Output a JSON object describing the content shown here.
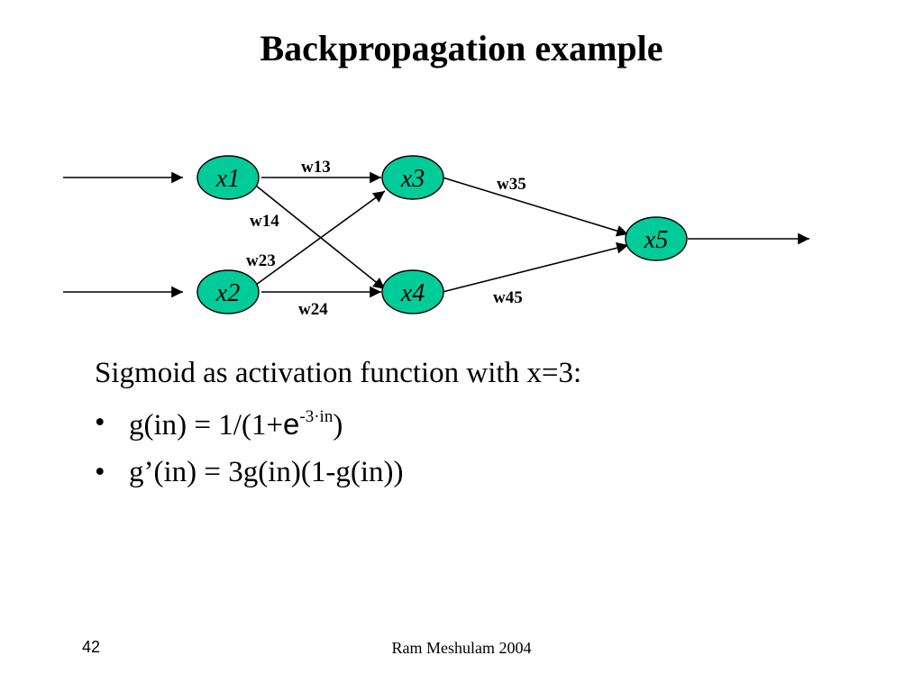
{
  "title": "Backpropagation example",
  "diagram": {
    "node_color": "#00cc99",
    "nodes": [
      {
        "id": "x1",
        "label": "x1"
      },
      {
        "id": "x2",
        "label": "x2"
      },
      {
        "id": "x3",
        "label": "x3"
      },
      {
        "id": "x4",
        "label": "x4"
      },
      {
        "id": "x5",
        "label": "x5"
      }
    ],
    "edges": [
      {
        "from": "x1",
        "to": "x3",
        "label": "w13"
      },
      {
        "from": "x1",
        "to": "x4",
        "label": "w14"
      },
      {
        "from": "x2",
        "to": "x3",
        "label": "w23"
      },
      {
        "from": "x2",
        "to": "x4",
        "label": "w24"
      },
      {
        "from": "x3",
        "to": "x5",
        "label": "w35"
      },
      {
        "from": "x4",
        "to": "x5",
        "label": "w45"
      }
    ]
  },
  "body": {
    "intro": "Sigmoid as activation function with x=3:",
    "bullet_symbol": "•",
    "bullet1_prefix": "g(in) = 1/(1+",
    "bullet1_e": "e",
    "bullet1_exponent": "-3·in",
    "bullet1_suffix": ")",
    "bullet2": "g’(in) = 3g(in)(1-g(in))"
  },
  "footer": {
    "page_number": "42",
    "author": "Ram Meshulam 2004"
  }
}
